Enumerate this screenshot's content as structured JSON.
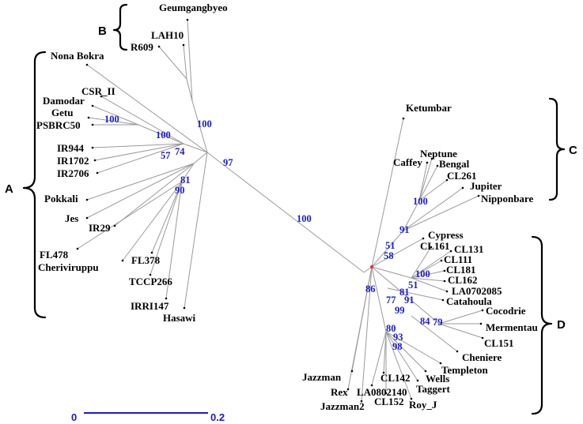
{
  "taxa": [
    "Nona Bokra",
    "CSR_II",
    "Damodar",
    "Getu",
    "PSBRC50",
    "IR944",
    "IR1702",
    "IR2706",
    "Pokkali",
    "Jes",
    "IR29",
    "FL478",
    "Cheriviruppu",
    "FL378",
    "TCCP266",
    "IRRI147",
    "Hasawi",
    "Geumgangbyeo",
    "LAH10",
    "R609",
    "Ketumbar",
    "Caffey",
    "Neptune",
    "Bengal",
    "CL261",
    "Jupiter",
    "Nipponbare",
    "Cypress",
    "CL161",
    "CL131",
    "CL111",
    "CL181",
    "CL162",
    "LA0702085",
    "Catahoula",
    "Cocodrie",
    "Mermentau",
    "CL151",
    "Cheniere",
    "Templeton",
    "Wells",
    "Taggert",
    "CL142",
    "Roy_J",
    "CL152",
    "LA0802140",
    "Jazzman",
    "Rex",
    "Jazzman2"
  ],
  "bootstrap": [
    "100",
    "100",
    "100",
    "57",
    "74",
    "81",
    "90",
    "97",
    "100",
    "100",
    "91",
    "51",
    "58",
    "86",
    "100",
    "51",
    "81",
    "77",
    "91",
    "99",
    "84",
    "79",
    "80",
    "93",
    "98"
  ],
  "clades": [
    "A",
    "B",
    "C",
    "D"
  ],
  "scale": {
    "start_label": "0",
    "end_label": "0.2",
    "length": 0.2
  },
  "colors": {
    "bootstrap": "#1a1ad6",
    "branch": "#9a9a9a",
    "label": "#000000"
  }
}
